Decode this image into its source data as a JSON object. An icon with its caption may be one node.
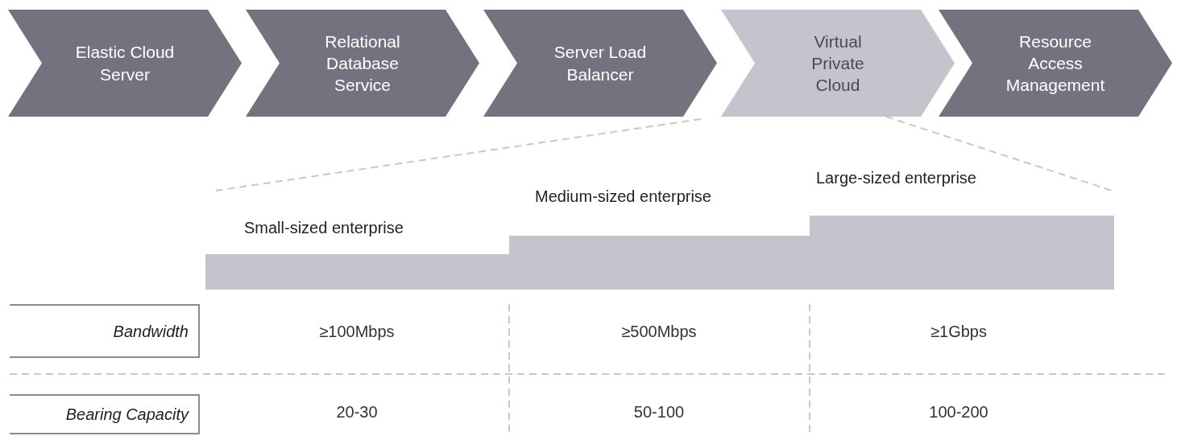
{
  "diagram": {
    "nodes": [
      {
        "text": [
          "Elastic Cloud Server"
        ]
      },
      {
        "text": [
          "Relational Database Service"
        ]
      },
      {
        "text": [
          "Server Load Balancer"
        ]
      },
      {
        "text": [
          "Virtual Private Cloud"
        ]
      },
      {
        "text": [
          "Resource Access Management"
        ]
      },
      {
        "text": [
          "Small-sized enterprise"
        ]
      },
      {
        "text": [
          "Medium-sized enterprise"
        ]
      },
      {
        "text": [
          "Large-sized enterprise"
        ]
      },
      {
        "text": [
          "Bandwidth"
        ]
      },
      {
        "text": [
          "Bearing Capacity"
        ]
      }
    ],
    "labels": [
      "≥100Mbps",
      "≥500Mbps",
      "≥1Gbps",
      "20-30",
      "50-100",
      "100-200"
    ]
  }
}
